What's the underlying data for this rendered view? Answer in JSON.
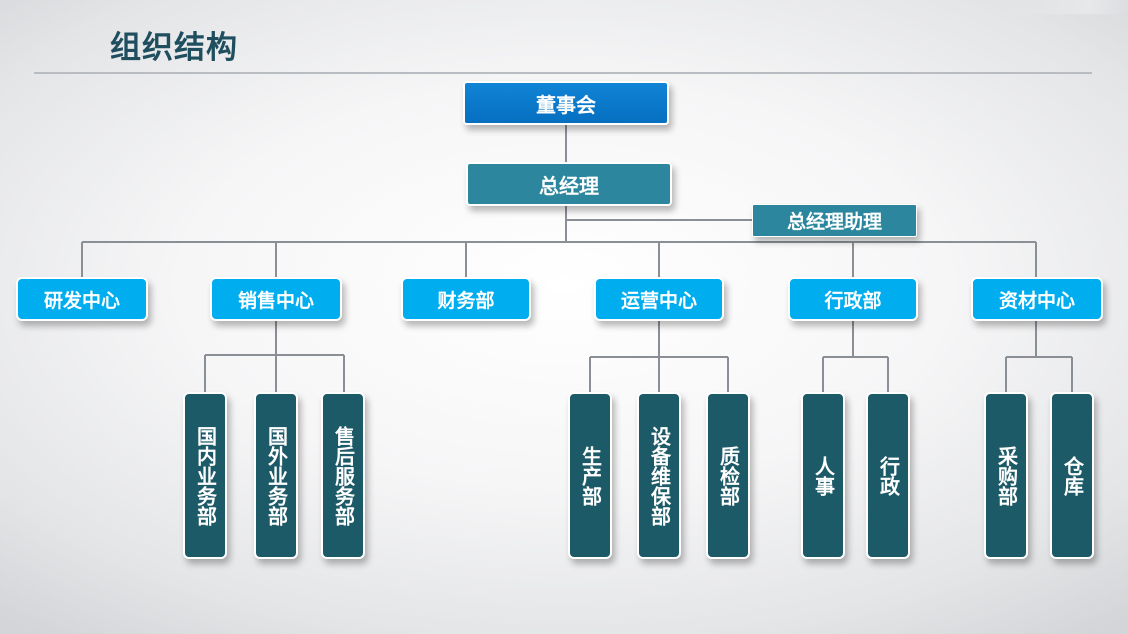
{
  "title": "组织结构",
  "board": "董事会",
  "gm": "总经理",
  "assistant": "总经理助理",
  "departments": [
    {
      "label": "研发中心",
      "subs": []
    },
    {
      "label": "销售中心",
      "subs": [
        "国内业务部",
        "国外业务部",
        "售后服务部"
      ]
    },
    {
      "label": "财务部",
      "subs": []
    },
    {
      "label": "运营中心",
      "subs": [
        "生产部",
        "设备维保部",
        "质检部"
      ]
    },
    {
      "label": "行政部",
      "subs": [
        "人事",
        "行政"
      ]
    },
    {
      "label": "资材中心",
      "subs": [
        "采购部",
        "仓库"
      ]
    }
  ],
  "colors": {
    "title": "#1f4e5e",
    "board": "#0a73c6",
    "gm": "#2c879e",
    "department": "#00aef0",
    "sub_department": "#1d5a68",
    "connector": "#8a8f96"
  }
}
